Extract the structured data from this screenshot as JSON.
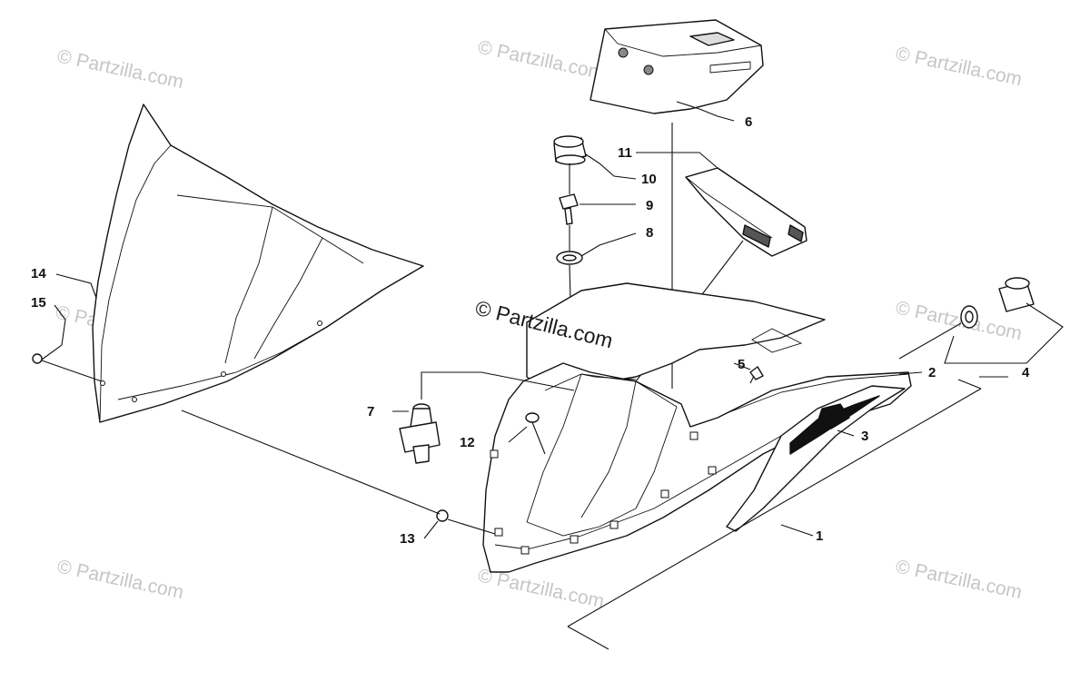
{
  "watermark": {
    "text": "© Partzilla.com",
    "main_text": "© Partzilla.com"
  },
  "callouts": [
    {
      "id": "1",
      "label": "1"
    },
    {
      "id": "2",
      "label": "2"
    },
    {
      "id": "3",
      "label": "3"
    },
    {
      "id": "4",
      "label": "4"
    },
    {
      "id": "5",
      "label": "5"
    },
    {
      "id": "6",
      "label": "6"
    },
    {
      "id": "7",
      "label": "7"
    },
    {
      "id": "8",
      "label": "8"
    },
    {
      "id": "9",
      "label": "9"
    },
    {
      "id": "10",
      "label": "10"
    },
    {
      "id": "11",
      "label": "11"
    },
    {
      "id": "12",
      "label": "12"
    },
    {
      "id": "13",
      "label": "13"
    },
    {
      "id": "14",
      "label": "14"
    },
    {
      "id": "15",
      "label": "15"
    }
  ]
}
